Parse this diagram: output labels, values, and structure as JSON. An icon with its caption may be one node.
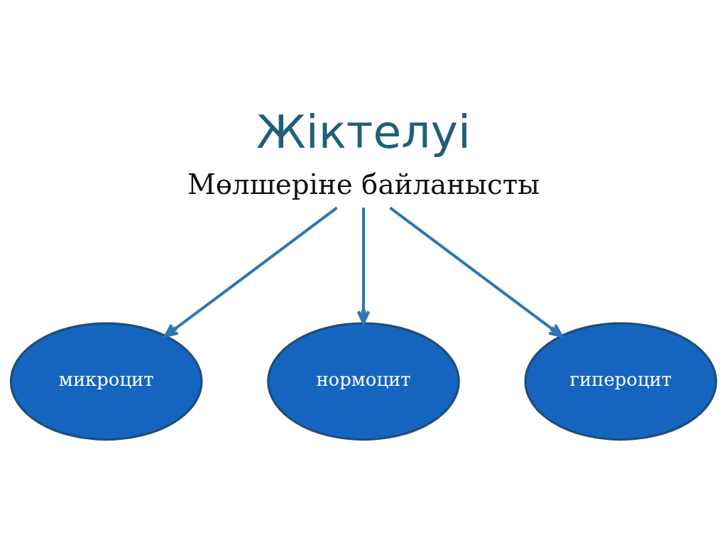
{
  "diagram": {
    "title": "Жіктелуі",
    "nodes": [
      {
        "text": [
          "Мөлшеріне байланысты"
        ]
      },
      {
        "text": [
          "микроцит"
        ]
      },
      {
        "text": [
          "гипероцит"
        ]
      },
      {
        "text": [
          "нормоцит"
        ]
      }
    ],
    "edges": [
      {
        "from": 0,
        "to": 1,
        "arrow": "to"
      },
      {
        "from": 0,
        "to": 3,
        "arrow": "to"
      },
      {
        "from": 0,
        "to": 2,
        "arrow": "to"
      }
    ]
  }
}
